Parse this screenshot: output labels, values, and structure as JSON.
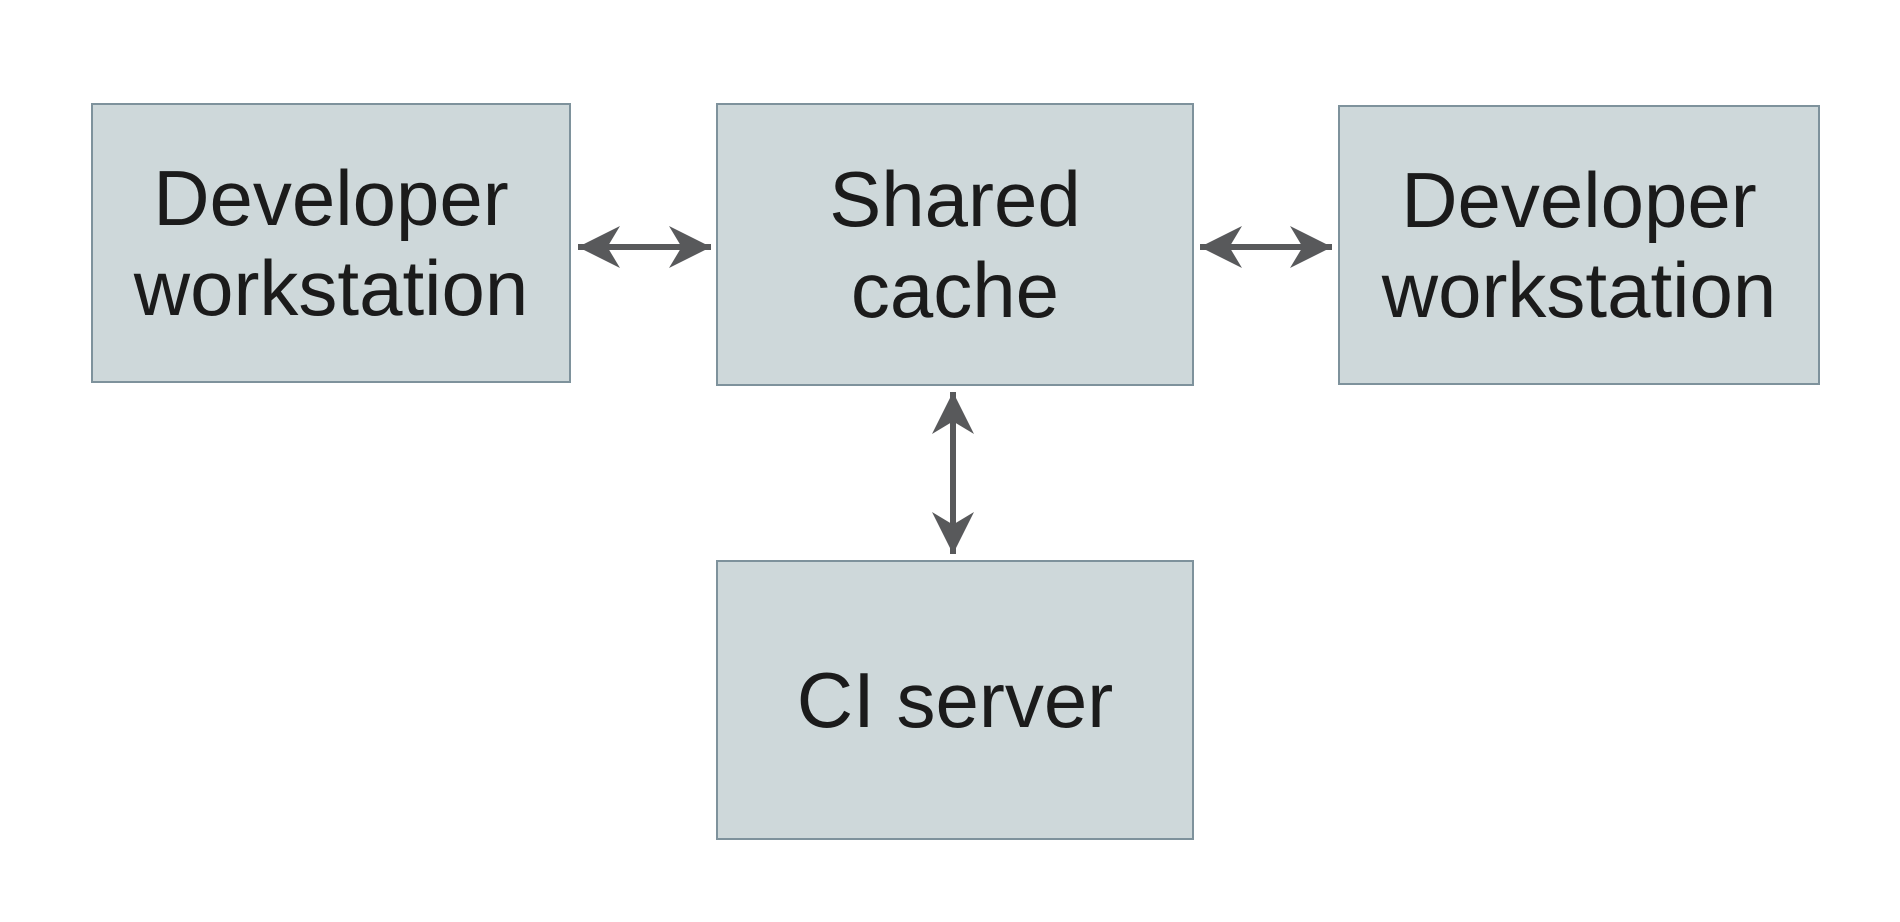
{
  "diagram": {
    "type": "architecture-diagram",
    "title": "",
    "nodes": [
      {
        "id": "developer-workstation-left",
        "label": "Developer\nworkstation"
      },
      {
        "id": "shared-cache",
        "label": "Shared\ncache"
      },
      {
        "id": "developer-workstation-right",
        "label": "Developer\nworkstation"
      },
      {
        "id": "ci-server",
        "label": "CI server"
      }
    ],
    "edges": [
      {
        "from": "developer-workstation-left",
        "to": "shared-cache",
        "direction": "bidirectional"
      },
      {
        "from": "shared-cache",
        "to": "developer-workstation-right",
        "direction": "bidirectional"
      },
      {
        "from": "shared-cache",
        "to": "ci-server",
        "direction": "bidirectional"
      }
    ],
    "colors": {
      "background": "#ffffff",
      "node_fill": "#ced8da",
      "node_border": "#7e929c",
      "arrow": "#58595b",
      "text": "#1b1b1b"
    }
  }
}
